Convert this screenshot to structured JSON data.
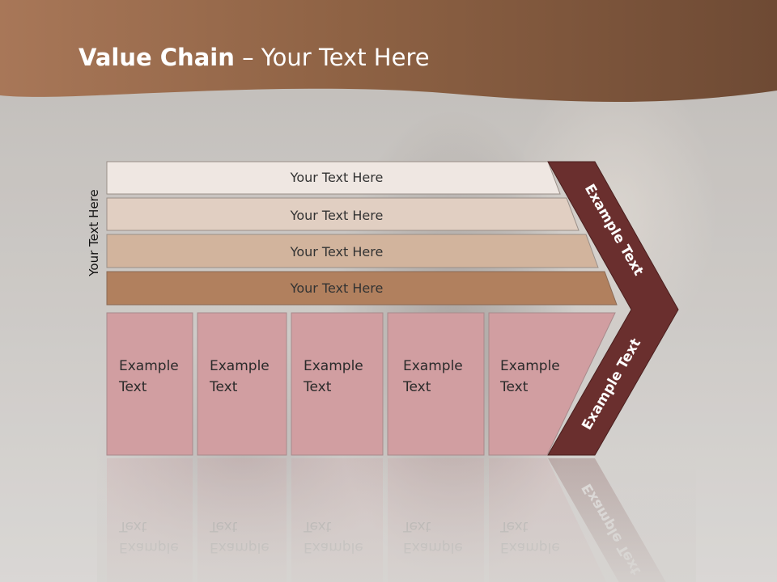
{
  "title": {
    "bold": "Value Chain",
    "rest": " – Your Text Here"
  },
  "side_label": "Your Text Here",
  "bars": [
    {
      "label": "Your Text Here",
      "color": "#efe7e2"
    },
    {
      "label": "Your Text Here",
      "color": "#e1cfc2"
    },
    {
      "label": "Your Text Here",
      "color": "#d2b49d"
    },
    {
      "label": "Your Text Here",
      "color": "#b1805e"
    }
  ],
  "cells": [
    {
      "line1": "Example",
      "line2": "Text"
    },
    {
      "line1": "Example",
      "line2": "Text"
    },
    {
      "line1": "Example",
      "line2": "Text"
    },
    {
      "line1": "Example",
      "line2": "Text"
    },
    {
      "line1": "Example",
      "line2": "Text"
    }
  ],
  "chevron": {
    "upper_text": "Example Text",
    "lower_text": "Example Text",
    "color": "#6a2f2e"
  },
  "colors": {
    "banner": "#8a5e40",
    "cell_fill": "#d19ea1"
  }
}
